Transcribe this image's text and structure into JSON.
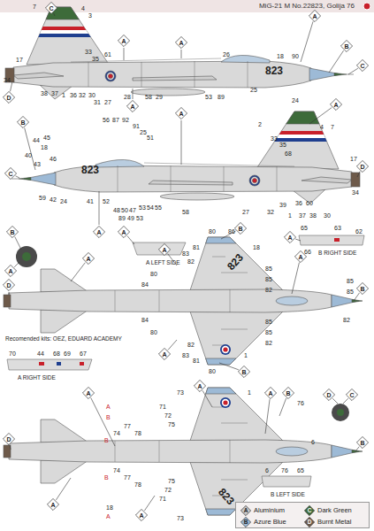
{
  "diagram": {
    "title": "MiG-21 M No.22823, Golija 76",
    "nodes": [
      {
        "text": [
          "D"
        ]
      },
      {
        "text": [
          "C"
        ]
      },
      {
        "text": [
          "A"
        ]
      },
      {
        "text": [
          "A"
        ]
      },
      {
        "text": [
          "A"
        ]
      },
      {
        "text": [
          "A"
        ]
      },
      {
        "text": [
          "B"
        ]
      },
      {
        "text": [
          "C"
        ]
      },
      {
        "text": [
          "C"
        ]
      },
      {
        "text": [
          "B"
        ]
      },
      {
        "text": [
          "A"
        ]
      },
      {
        "text": [
          "A"
        ]
      },
      {
        "text": [
          "A"
        ]
      },
      {
        "text": [
          "D"
        ]
      },
      {
        "text": [
          "B"
        ]
      },
      {
        "text": [
          "A"
        ]
      },
      {
        "text": [
          "B"
        ]
      },
      {
        "text": [
          "A"
        ]
      },
      {
        "text": [
          "A"
        ]
      },
      {
        "text": [
          "B"
        ]
      },
      {
        "text": [
          "D"
        ]
      },
      {
        "text": [
          "A"
        ]
      },
      {
        "text": [
          "A"
        ]
      },
      {
        "text": [
          "B"
        ]
      },
      {
        "text": [
          "A"
        ]
      },
      {
        "text": [
          "A"
        ]
      },
      {
        "text": [
          "A"
        ]
      },
      {
        "text": [
          "B"
        ]
      },
      {
        "text": [
          "B"
        ]
      },
      {
        "text": [
          "D"
        ]
      },
      {
        "text": [
          "A"
        ]
      },
      {
        "text": [
          "A"
        ]
      },
      {
        "text": [
          "D"
        ]
      },
      {
        "text": [
          "C"
        ]
      },
      {
        "text": [
          "A"
        ]
      },
      {
        "text": [
          "A"
        ]
      }
    ],
    "labels": [
      "7",
      "4",
      "3",
      "33",
      "35",
      "61",
      "17",
      "34",
      "38",
      "37",
      "1",
      "36",
      "32",
      "30",
      "31",
      "27",
      "28",
      "58",
      "29",
      "53",
      "89",
      "25",
      "26",
      "18",
      "90",
      "823",
      "24",
      "56",
      "87",
      "92",
      "91",
      "25",
      "51",
      "44",
      "45",
      "18",
      "40",
      "43",
      "46",
      "823",
      "59",
      "42",
      "24",
      "41",
      "52",
      "48",
      "50",
      "47",
      "53",
      "54",
      "55",
      "89",
      "49",
      "53",
      "58",
      "27",
      "32",
      "39",
      "1",
      "37",
      "38",
      "60",
      "36",
      "68",
      "35",
      "33",
      "2",
      "4",
      "7",
      "17",
      "34",
      "30",
      "65",
      "63",
      "62",
      "66",
      "B RIGHT SIDE",
      "A LEFT SIDE",
      "80",
      "86",
      "83",
      "81",
      "82",
      "80",
      "84",
      "85",
      "85",
      "82",
      "85",
      "85",
      "82",
      "18",
      "823",
      "84",
      "80",
      "85",
      "85",
      "82",
      "1",
      "82",
      "83",
      "81",
      "80",
      "Recomended kits: OEZ, EDUARD ACADEMY",
      "70",
      "44",
      "68",
      "69",
      "67",
      "A RIGHT SIDE",
      "73",
      "1",
      "71",
      "72",
      "75",
      "77",
      "78",
      "A",
      "B",
      "74",
      "B",
      "76",
      "6",
      "74",
      "B",
      "77",
      "78",
      "75",
      "72",
      "71",
      "18",
      "A",
      "73",
      "823",
      "6",
      "76",
      "65",
      "B LEFT SIDE",
      "A",
      "C",
      "B",
      "D"
    ],
    "legend": [
      {
        "text": "Aluminium",
        "color": "#c9c9c9"
      },
      {
        "text": "Dark Green",
        "color": "#3d6b3a"
      },
      {
        "text": "Azure Blue",
        "color": "#9dbad6"
      },
      {
        "text": "Burnt Metal",
        "color": "#6e5a4a"
      }
    ]
  }
}
